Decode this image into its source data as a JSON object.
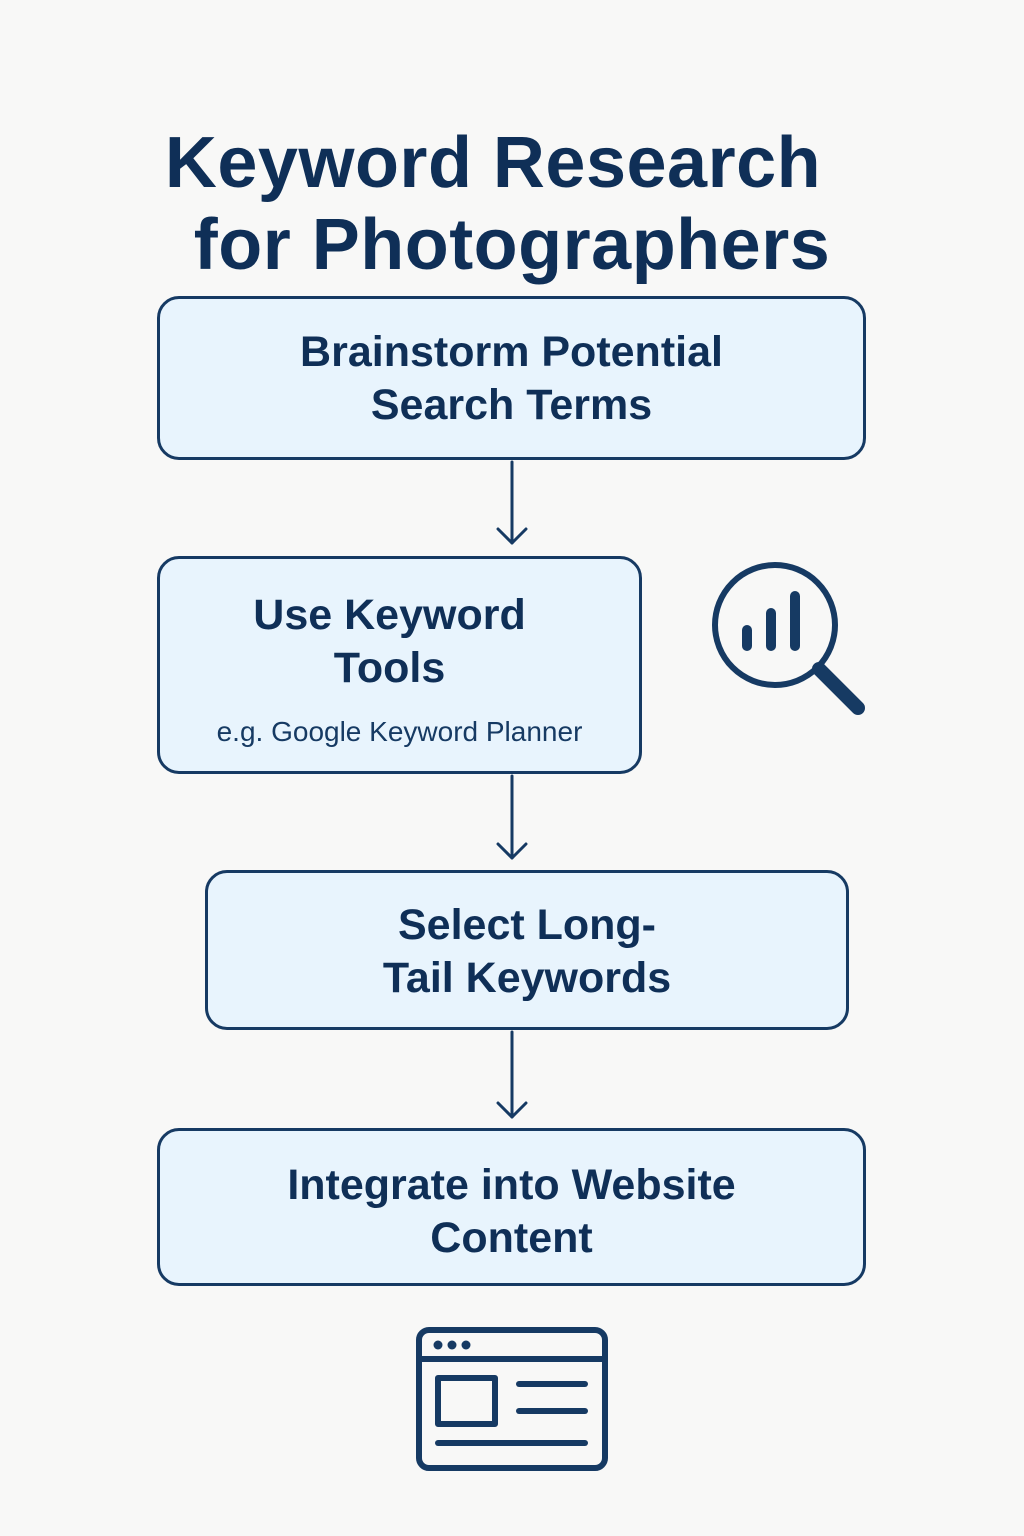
{
  "title": {
    "line1": "Keyword Research",
    "line2": "for Photographers"
  },
  "steps": [
    {
      "line1": "Brainstorm Potential",
      "line2": "Search Terms"
    },
    {
      "line1": "Use Keyword",
      "line2": "Tools",
      "note": "e.g. Google Keyword Planner"
    },
    {
      "line1": "Select Long-",
      "line2": "Tail Keywords"
    },
    {
      "line1": "Integrate into Website",
      "line2": "Content"
    }
  ],
  "icons": {
    "tools_icon": "search-chart-icon",
    "content_icon": "browser-window-icon"
  },
  "colors": {
    "background": "#f8f8f7",
    "text": "#0f2f57",
    "box_fill": "#e8f4fd",
    "box_stroke": "#163a63"
  }
}
